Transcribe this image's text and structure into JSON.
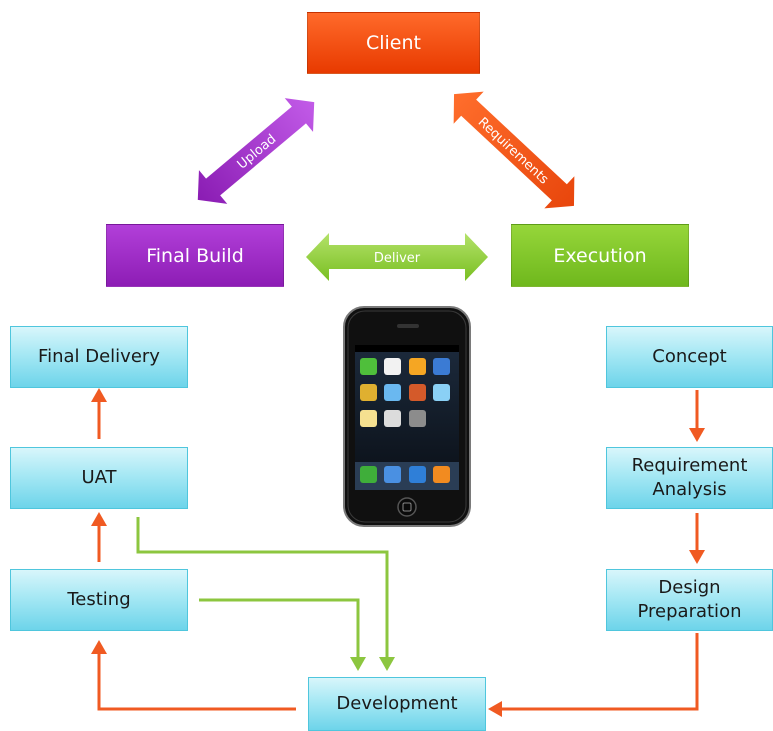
{
  "top": {
    "client": "Client",
    "final_build": "Final Build",
    "execution": "Execution"
  },
  "arrows": {
    "upload": "Upload",
    "requirements": "Requirements",
    "deliver": "Deliver"
  },
  "left_flow": [
    "Final Delivery",
    "UAT",
    "Testing"
  ],
  "right_flow": [
    "Concept",
    "Requirement Analysis",
    "Design Preparation"
  ],
  "bottom": {
    "development": "Development"
  },
  "colors": {
    "client": "#ff5a1a",
    "final_build": "#a02fc8",
    "execution": "#82c62a",
    "flow_arrow": "#f05a22",
    "green_line": "#8cc63f",
    "box_fill": "#a6e8f4"
  },
  "device": {
    "icon": "smartphone-icon"
  }
}
